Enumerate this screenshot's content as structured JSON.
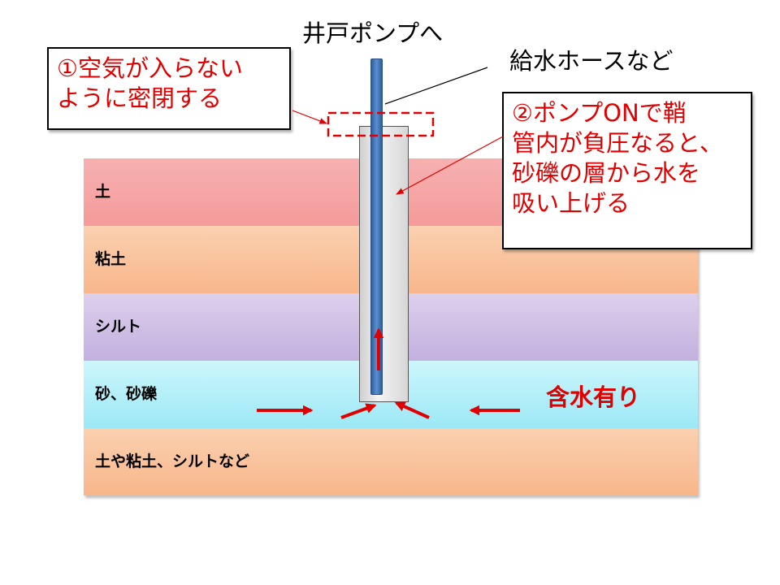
{
  "layers": [
    {
      "label": "土"
    },
    {
      "label": "粘土"
    },
    {
      "label": "シルト"
    },
    {
      "label": "砂、砂礫"
    },
    {
      "label": "土や粘土、シルトなど"
    }
  ],
  "labels": {
    "pump": "井戸ポンプへ",
    "hose": "給水ホースなど",
    "water": "含水有り"
  },
  "notes": {
    "seal": {
      "line1": "①空気が入らない",
      "line2": "ように密閉する"
    },
    "pressure": {
      "line1": "②ポンプONで鞘",
      "line2": "管内が負圧なると、",
      "line3": "砂礫の層から水を",
      "line4": "吸い上げる"
    }
  },
  "colors": {
    "accent": "#e00000",
    "pipe": "#4a7cc0",
    "casing": "#e0e0e0"
  }
}
